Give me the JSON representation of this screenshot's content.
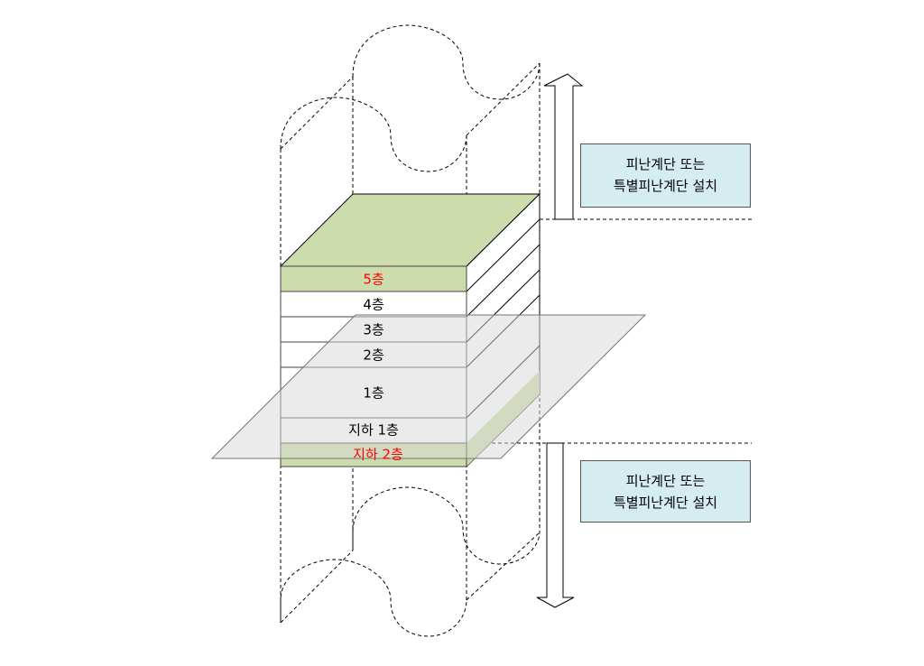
{
  "floors": [
    {
      "label": "5층",
      "color": "#ff0000"
    },
    {
      "label": "4층",
      "color": "#000000"
    },
    {
      "label": "3층",
      "color": "#000000"
    },
    {
      "label": "2층",
      "color": "#000000"
    },
    {
      "label": "1층",
      "color": "#000000"
    },
    {
      "label": "지하 1층",
      "color": "#000000"
    },
    {
      "label": "지하 2층",
      "color": "#ff0000"
    }
  ],
  "notes": [
    {
      "line1": "피난계단 또는",
      "line2": "특별피난계단 설치"
    },
    {
      "line1": "피난계단 또는",
      "line2": "특별피난계단 설치"
    }
  ],
  "colors": {
    "highlight": "#cddcad",
    "ground": "#ececec",
    "note_bg": "#d5ecf0"
  }
}
